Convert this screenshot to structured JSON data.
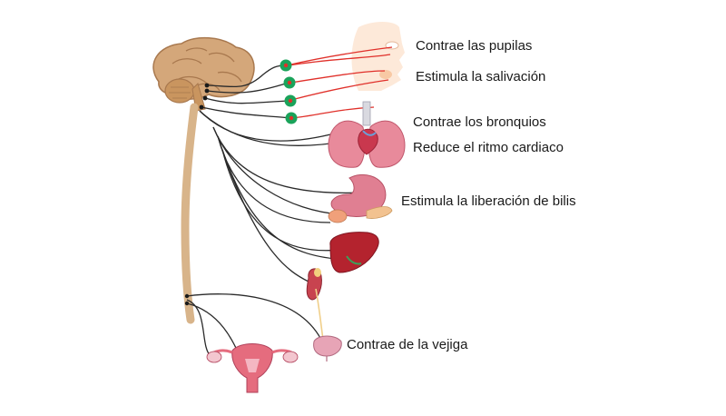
{
  "labels": {
    "pupils": "Contrae las pupilas",
    "saliva": "Estimula la salivación",
    "bronchi": "Contrae los bronquios",
    "heart": "Reduce el ritmo cardiaco",
    "bile": "Estimula la liberación de bilis",
    "bladder": "Contrae de la vejiga"
  },
  "colors": {
    "nerve": "#2a2a2a",
    "postganglionic": "#e0302a",
    "ganglion": "#1aa35a",
    "brain": "#d4a77a",
    "spinal_cord": "#d8b48a",
    "organ": "#d9637a",
    "skin": "#fbd9c0"
  }
}
